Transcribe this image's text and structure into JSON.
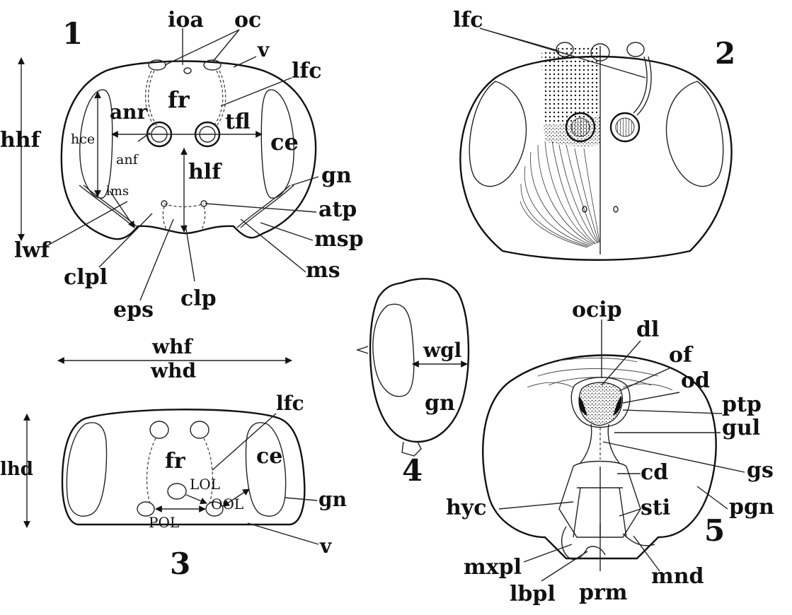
{
  "figures": {
    "fig1": {
      "number": "1",
      "labels": {
        "ioa": "ioa",
        "oc": "oc",
        "v": "v",
        "lfc": "lfc",
        "fr": "fr",
        "anr": "anr",
        "tfl": "tfl",
        "hce": "hce",
        "anf": "anf",
        "ce": "ce",
        "hhf": "hhf",
        "hlf": "hlf",
        "gn": "gn",
        "lms": "lms",
        "atp": "atp",
        "msp": "msp",
        "lwf": "lwf",
        "ms": "ms",
        "clpl": "clpl",
        "clp": "clp",
        "eps": "eps"
      }
    },
    "fig2": {
      "number": "2",
      "labels": {
        "lfc": "lfc"
      }
    },
    "fig3": {
      "number": "3",
      "labels": {
        "whf": "whf",
        "whd": "whd",
        "lfc": "lfc",
        "fr": "fr",
        "ce": "ce",
        "lhd": "lhd",
        "lol": "LOL",
        "pol": "POL",
        "ool": "OOL",
        "gn": "gn",
        "v": "v"
      }
    },
    "fig4": {
      "number": "4",
      "labels": {
        "wgl": "wgl",
        "gn": "gn"
      }
    },
    "fig5": {
      "number": "5",
      "labels": {
        "ocip": "ocip",
        "dl": "dl",
        "of": "of",
        "od": "od",
        "ptp": "ptp",
        "gul": "gul",
        "gs": "gs",
        "cd": "cd",
        "pgn": "pgn",
        "hyc": "hyc",
        "sti": "sti",
        "mxpl": "mxpl",
        "lbpl": "lbpl",
        "prm": "prm",
        "mnd": "mnd"
      }
    }
  }
}
